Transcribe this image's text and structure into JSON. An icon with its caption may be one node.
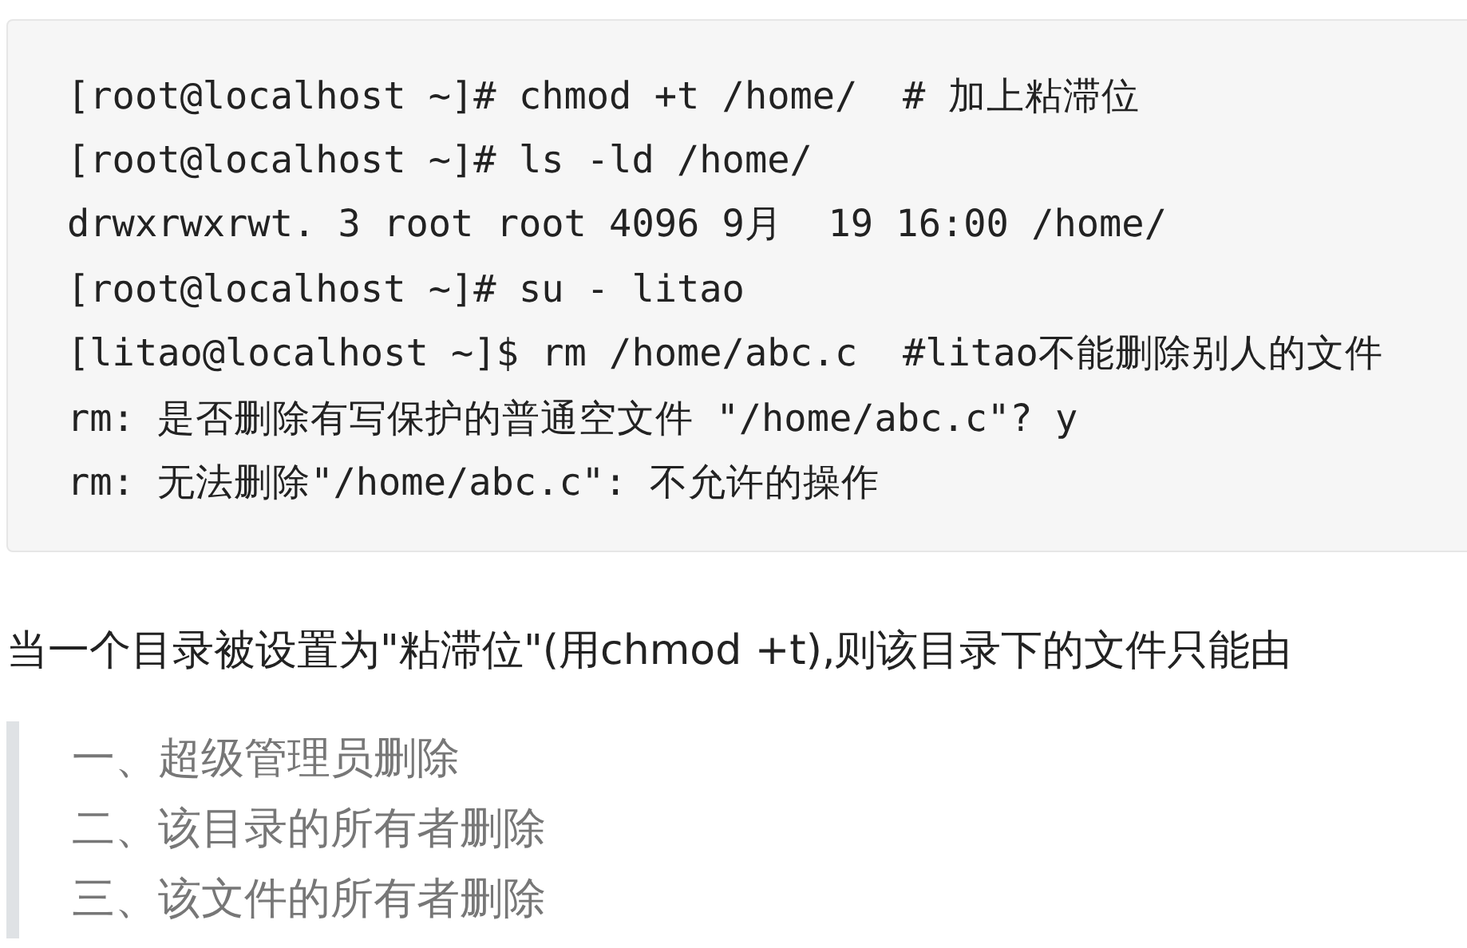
{
  "diagram": {
    "nodes": [
      {
        "text": [
          "[root@localhost ~]# chmod +t /home/  # 加上粘滞位",
          "[root@localhost ~]# ls -ld /home/",
          "drwxrwxrwt. 3 root root 4096 9月  19 16:00 /home/",
          "[root@localhost ~]# su - litao",
          "[litao@localhost ~]$ rm /home/abc.c  #litao不能删除别人的文件",
          "rm: 是否删除有写保护的普通空文件 \"/home/abc.c\"? y",
          "rm: 无法删除\"/home/abc.c\": 不允许的操作"
        ]
      },
      {
        "text": [
          "一、超级管理员删除",
          "二、该目录的所有者删除",
          "三、该文件的所有者删除"
        ]
      }
    ],
    "labels": [
      "当一个目录被设置为\"粘滞位\"(用chmod +t),则该目录下的文件只能由"
    ]
  }
}
